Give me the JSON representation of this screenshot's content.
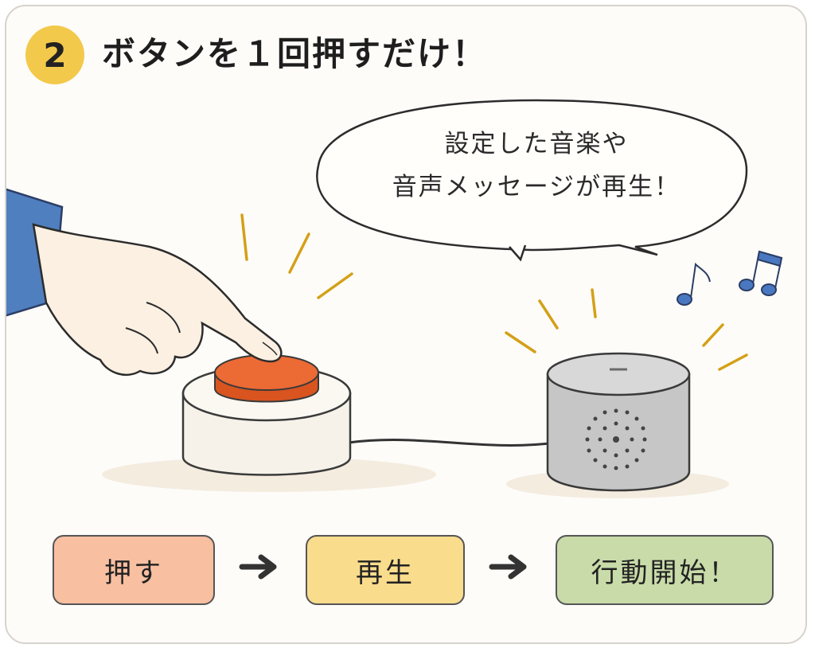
{
  "header": {
    "step_number": "2",
    "title": "ボタンを１回押すだけ！"
  },
  "speech_bubble": {
    "line1": "設定した音楽や",
    "line2": "音声メッセージが再生！"
  },
  "flow": {
    "steps": [
      {
        "label": "押す",
        "color": "#f8bfa1"
      },
      {
        "label": "再生",
        "color": "#f9dc8c"
      },
      {
        "label": "行動開始！",
        "color": "#c8dba9"
      }
    ]
  },
  "icons": [
    "hand-pointing-icon",
    "push-button-icon",
    "smart-speaker-icon",
    "music-note-icon",
    "arrow-right-icon"
  ],
  "colors": {
    "badge": "#f3c94b",
    "button_top": "#e8652e",
    "button_base": "#f5f1ea",
    "speaker": "#c8c8c8",
    "sleeve": "#4f7fbf",
    "notes": "#4a78c0",
    "burst": "#d4a017"
  }
}
